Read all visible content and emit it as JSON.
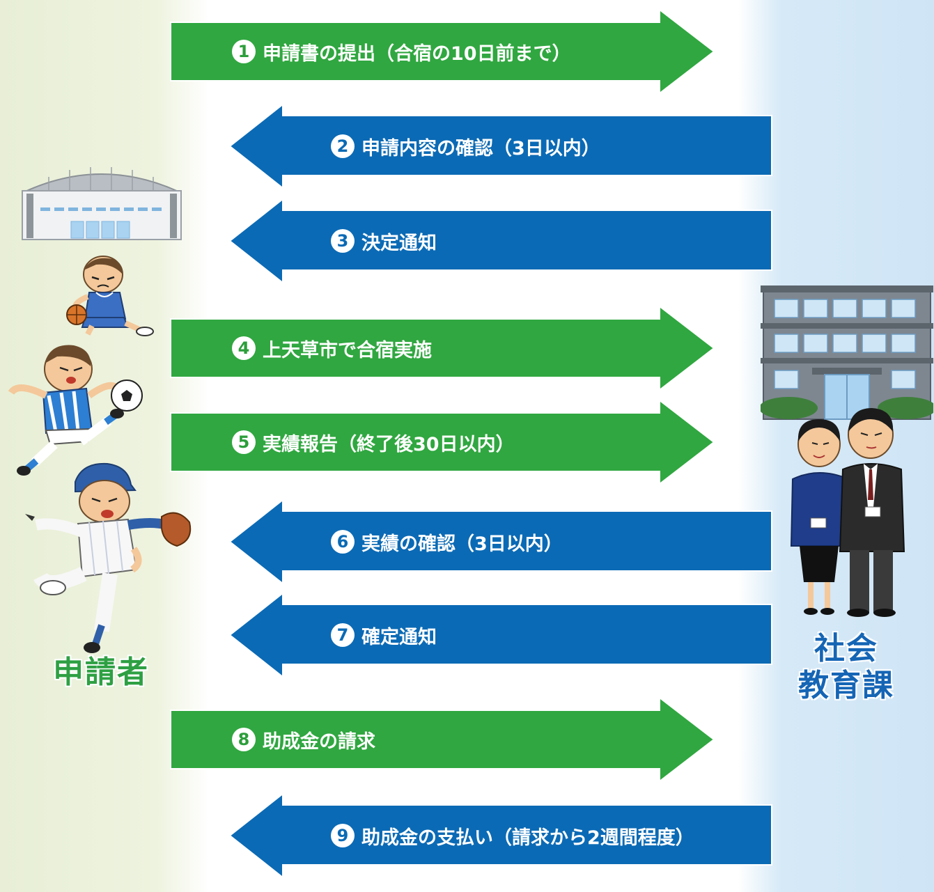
{
  "actors": {
    "left": "申請者",
    "right_line1": "社会",
    "right_line2": "教育課"
  },
  "colors": {
    "to_office": "#30a740",
    "to_applicant": "#0b6ab5",
    "applicant_text": "#2ea043",
    "office_text": "#1565b5"
  },
  "steps": [
    {
      "num": "1",
      "text": "申請書の提出（合宿の10日前まで）",
      "direction": "to-office"
    },
    {
      "num": "2",
      "text": "申請内容の確認（3日以内）",
      "direction": "to-applicant"
    },
    {
      "num": "3",
      "text": "決定通知",
      "direction": "to-applicant"
    },
    {
      "num": "4",
      "text": "上天草市で合宿実施",
      "direction": "to-office"
    },
    {
      "num": "5",
      "text": "実績報告（終了後30日以内）",
      "direction": "to-office"
    },
    {
      "num": "6",
      "text": "実績の確認（3日以内）",
      "direction": "to-applicant"
    },
    {
      "num": "7",
      "text": "確定通知",
      "direction": "to-applicant"
    },
    {
      "num": "8",
      "text": "助成金の請求",
      "direction": "to-office"
    },
    {
      "num": "9",
      "text": "助成金の支払い（請求から2週間程度）",
      "direction": "to-applicant"
    }
  ],
  "illustrations": [
    "gymnasium-icon",
    "basketball-player-icon",
    "soccer-player-icon",
    "baseball-player-icon",
    "office-building-icon",
    "staff-people-icon"
  ]
}
